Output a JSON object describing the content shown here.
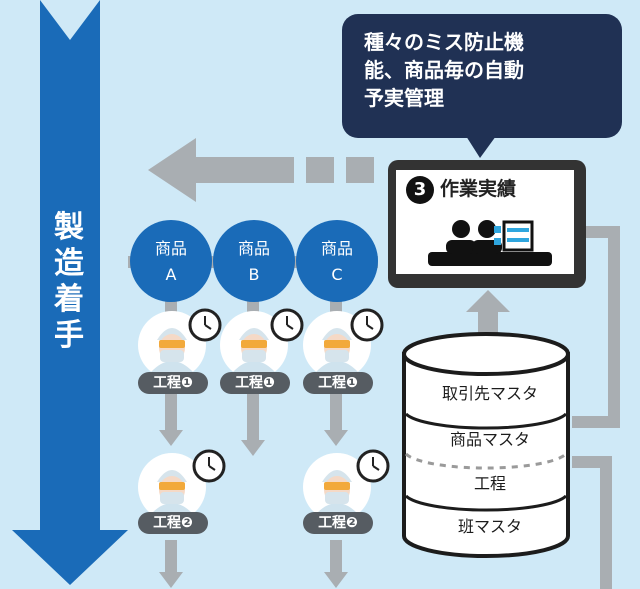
{
  "start_label": [
    "製",
    "造",
    "着",
    "手"
  ],
  "callout": {
    "lines": [
      "種々のミス防止機",
      "能、商品毎の自動",
      "予実管理"
    ]
  },
  "monitor": {
    "step_number": "3",
    "title": "作業実績"
  },
  "products": [
    {
      "line1": "商品",
      "line2": "A"
    },
    {
      "line1": "商品",
      "line2": "B"
    },
    {
      "line1": "商品",
      "line2": "C"
    }
  ],
  "process_pills": {
    "row1": [
      "工程❶",
      "工程❶",
      "工程❶"
    ],
    "row2": [
      "工程❷",
      "工程❷"
    ]
  },
  "database": {
    "sections": [
      "取引先マスタ",
      "商品マスタ",
      "工程",
      "班マスタ"
    ]
  },
  "colors": {
    "background": "#cfe9f7",
    "primary_blue": "#1a6bb8",
    "dark_navy": "#203154",
    "arrow_gray": "#a9aeb2",
    "pill_gray": "#565c62"
  }
}
